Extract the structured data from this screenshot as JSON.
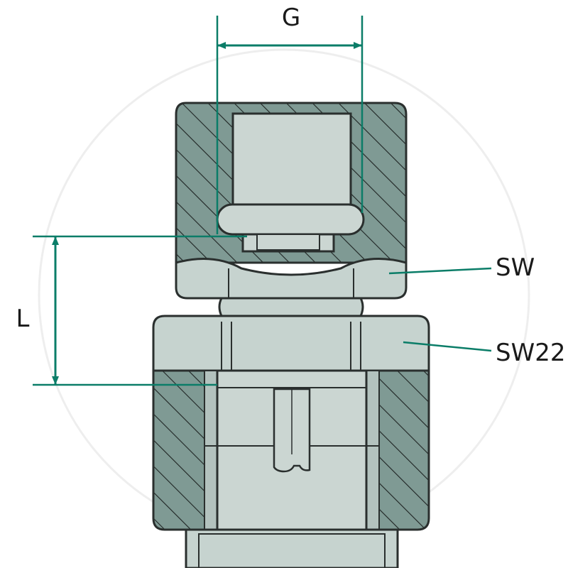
{
  "labels": {
    "g": "G",
    "l": "L",
    "sw": "SW",
    "sw22": "SW22"
  },
  "colors": {
    "section_fill": "#7f9a94",
    "face_fill": "#c6d3cf",
    "bore_fill": "#cbd6d2",
    "outline": "#2a2f2e",
    "hatch": "#1e2423",
    "dimension": "#0b7d68"
  }
}
